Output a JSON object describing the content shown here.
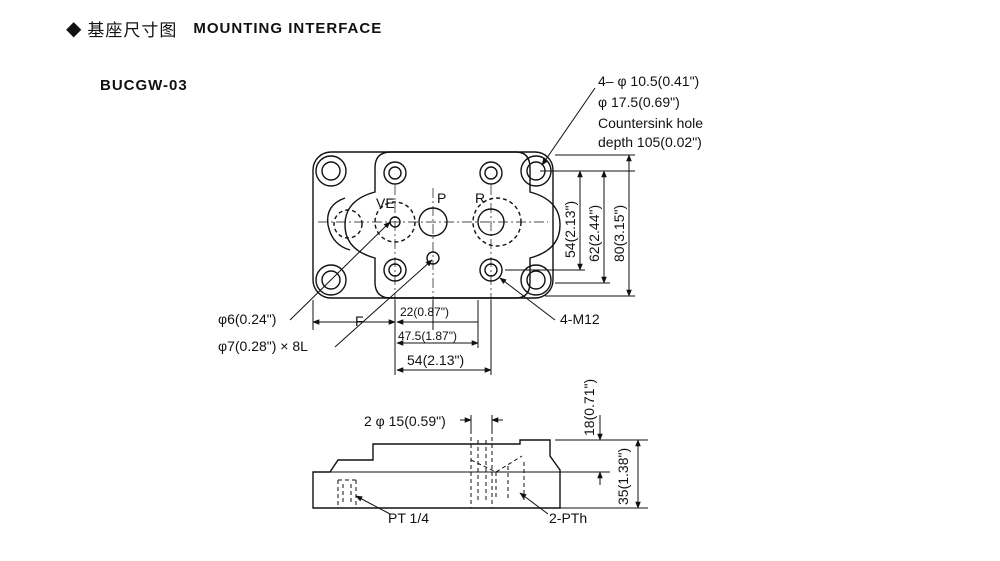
{
  "header": {
    "bullet": "◆",
    "title_cn": "基座尺寸图",
    "title_en": "MOUNTING INTERFACE"
  },
  "model": "BUCGW-03",
  "top_view": {
    "ports": {
      "ve": "VE",
      "p": "P",
      "r": "R"
    },
    "callouts": {
      "hole_dia": "4– φ 10.5(0.41\")",
      "countersink_dia": "φ 17.5(0.69\")",
      "countersink_label": "Countersink hole",
      "countersink_depth": "depth 105(0.02\")",
      "small_hole": "φ6(0.24\")",
      "pin_hole": "φ7(0.28\") × 8L",
      "thread": "4-M12"
    },
    "dims": {
      "f": "F",
      "d22": "22(0.87\")",
      "d47": "47.5(1.87\")",
      "d54h": "54(2.13\")",
      "d54v": "54(2.13\")",
      "d62v": "62(2.44\")",
      "d80v": "80(3.15\")"
    }
  },
  "side_view": {
    "dims": {
      "d2phi15": "2 φ 15(0.59\")",
      "d18": "18(0.71\")",
      "d35": "35(1.38\")"
    },
    "callouts": {
      "pt": "PT 1/4",
      "pth": "2-PTh"
    }
  }
}
